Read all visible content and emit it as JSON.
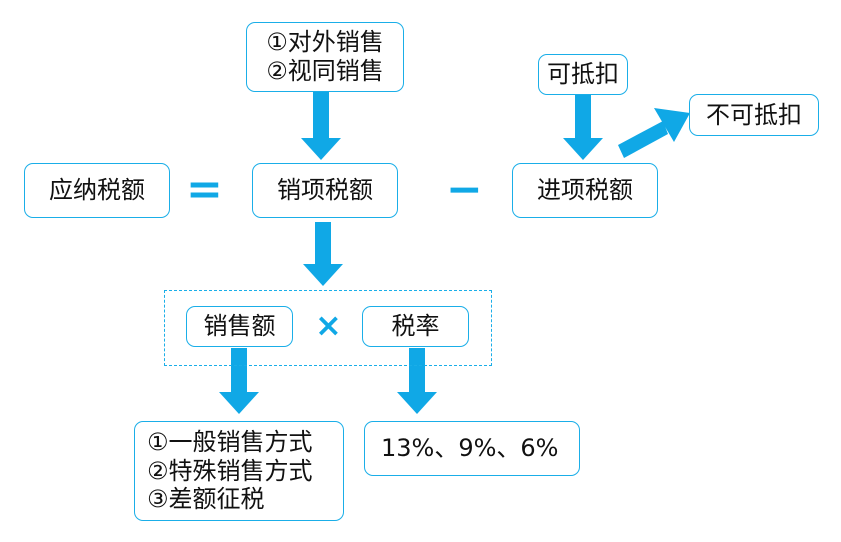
{
  "boxes": {
    "source_lines": [
      "①对外销售",
      "②视同销售"
    ],
    "deductible": "可抵扣",
    "non_deductible": "不可抵扣",
    "tax_payable": "应纳税额",
    "output_tax": "销项税额",
    "input_tax": "进项税额",
    "sales_amount": "销售额",
    "tax_rate": "税率",
    "sales_methods": [
      "①一般销售方式",
      "②特殊销售方式",
      "③差额征税"
    ],
    "rates": "13%、9%、6%"
  },
  "operators": {
    "equals": "=",
    "minus": "−",
    "times": "×"
  },
  "colors": {
    "accent": "#1aaee8",
    "arrow": "#10a8e6"
  }
}
